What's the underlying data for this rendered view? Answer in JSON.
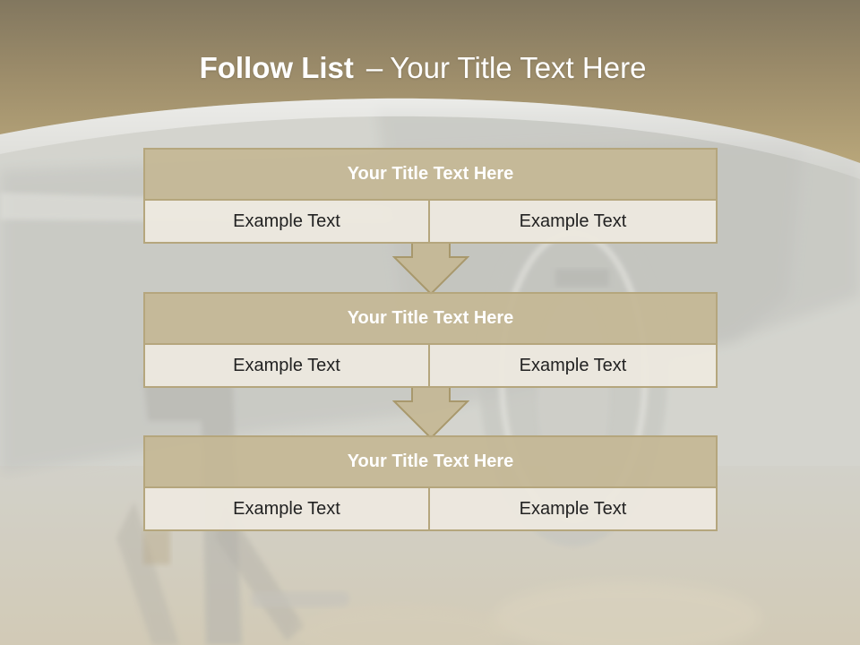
{
  "slide": {
    "title_bold": "Follow List",
    "title_separator": "–",
    "title_rest": "Your Title Text Here"
  },
  "blocks": [
    {
      "title": "Your Title Text Here",
      "left_text": "Example Text",
      "right_text": "Example Text"
    },
    {
      "title": "Your Title Text Here",
      "left_text": "Example Text",
      "right_text": "Example Text"
    },
    {
      "title": "Your Title Text Here",
      "left_text": "Example Text",
      "right_text": "Example Text"
    }
  ],
  "colors": {
    "header_band": "#b39f74",
    "block_title_fill": "#c4b795",
    "block_border": "#b5a67d",
    "cell_fill": "#ece8df",
    "arrow_fill": "#c4b795"
  }
}
